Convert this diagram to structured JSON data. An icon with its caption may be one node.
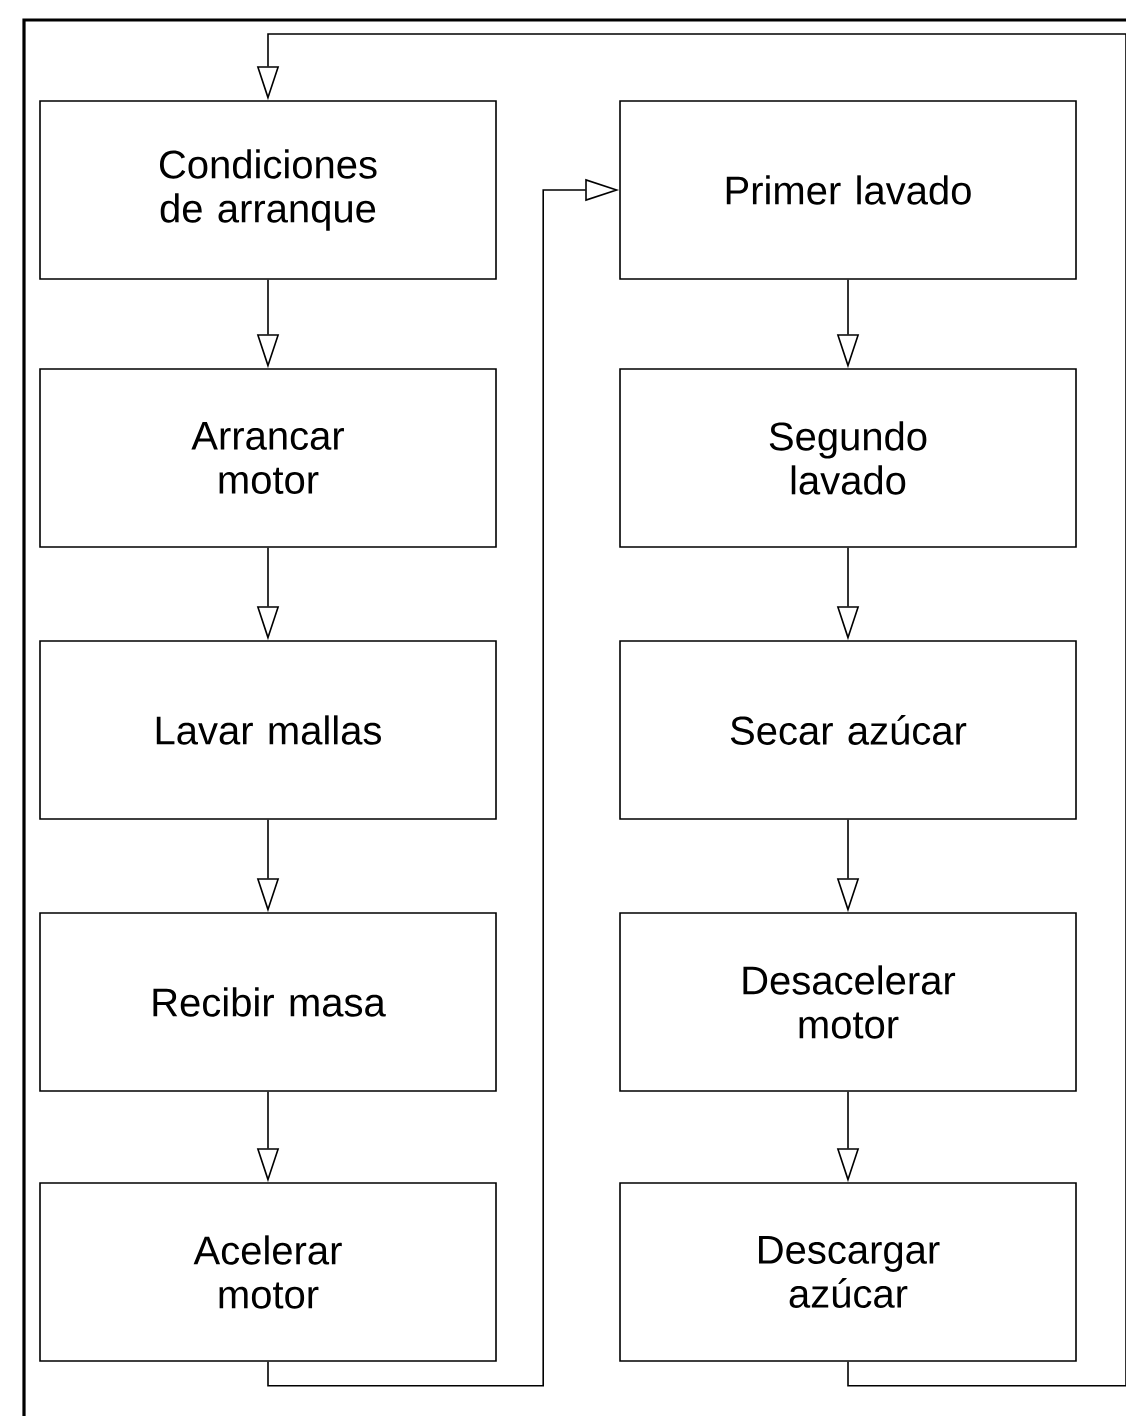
{
  "diagram": {
    "nodes": [
      {
        "text": [
          "Condiciones de arranque"
        ]
      },
      {
        "text": [
          "Arrancar motor"
        ]
      },
      {
        "text": [
          "Lavar mallas"
        ]
      },
      {
        "text": [
          "Recibir masa"
        ]
      },
      {
        "text": [
          "Acelerar motor"
        ]
      },
      {
        "text": [
          "Primer lavado"
        ]
      },
      {
        "text": [
          "Segundo lavado"
        ]
      },
      {
        "text": [
          "Secar azúcar"
        ]
      },
      {
        "text": [
          "Desacelerar motor"
        ]
      },
      {
        "text": [
          "Descargar azúcar"
        ]
      }
    ],
    "edges": [
      {
        "from": 0,
        "to": 1,
        "arrow": "to"
      },
      {
        "from": 1,
        "to": 2,
        "arrow": "to"
      },
      {
        "from": 2,
        "to": 3,
        "arrow": "to"
      },
      {
        "from": 3,
        "to": 4,
        "arrow": "to"
      },
      {
        "from": 4,
        "to": 5,
        "arrow": "to"
      },
      {
        "from": 5,
        "to": 6,
        "arrow": "to"
      },
      {
        "from": 6,
        "to": 7,
        "arrow": "to"
      },
      {
        "from": 7,
        "to": 8,
        "arrow": "to"
      },
      {
        "from": 8,
        "to": 9,
        "arrow": "to"
      },
      {
        "from": 9,
        "to": 0,
        "arrow": "to"
      }
    ]
  }
}
